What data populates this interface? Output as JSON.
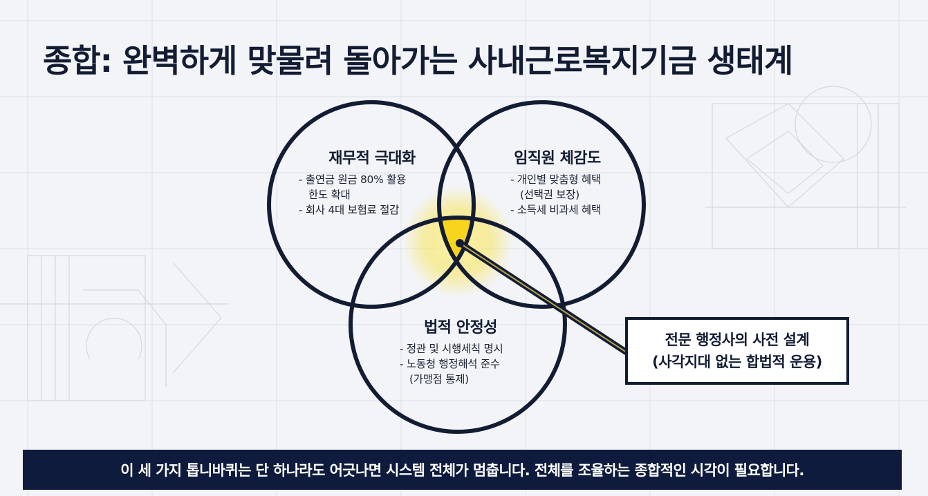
{
  "title": "종합: 완벽하게 맞물려 돌아가는 사내근로복지기금 생태계",
  "circles": {
    "finance": {
      "title": "재무적 극대화",
      "bullets": [
        "- 출연금 원금 80% 활용",
        "한도 확대",
        "- 회사 4대 보험료 절감"
      ]
    },
    "employee": {
      "title": "임직원 체감도",
      "bullets": [
        "- 개인별 맞춤형 혜택",
        "(선택권 보장)",
        "- 소득세 비과세 혜택"
      ]
    },
    "legal": {
      "title": "법적 안정성",
      "bullets": [
        "- 정관 및 시행세칙 명시",
        "- 노동청 행정해석 준수",
        "(가맹점 통제)"
      ]
    }
  },
  "callout": {
    "line1": "전문 행정사의 사전 설계",
    "line2": "(사각지대 없는 합법적 운용)"
  },
  "banner": "이 세 가지 톱니바퀴는 단 하나라도 어긋나면 시스템 전체가 멈춥니다. 전체를 조율하는 종합적인 시각이 필요합니다.",
  "colors": {
    "navy": "#121c33",
    "highlight": "#f7d51c",
    "banner_bg": "#0f1b3d",
    "background": "#f3f4f7"
  }
}
